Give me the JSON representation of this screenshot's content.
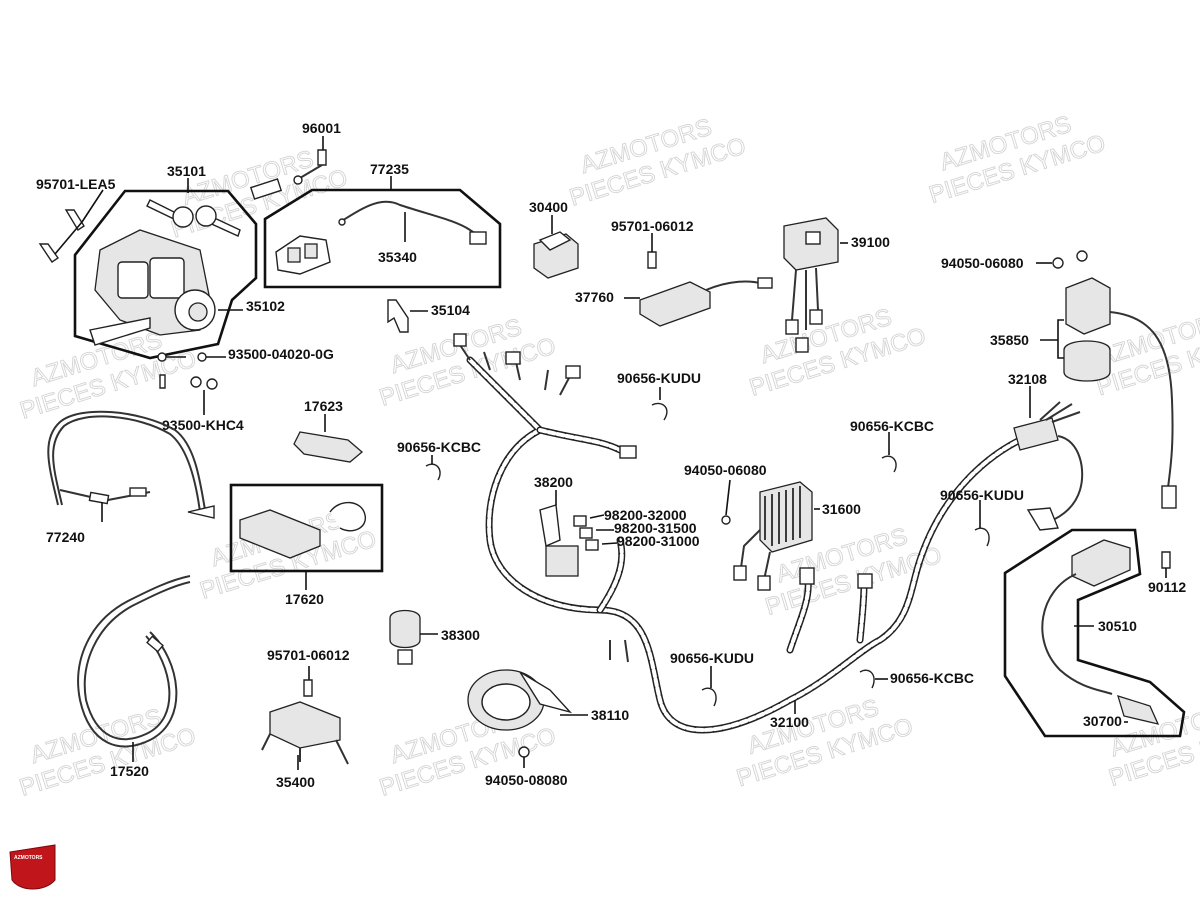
{
  "watermark": {
    "line1": "AZMOTORS",
    "line2": "PIECES KYMCO"
  },
  "logo": {
    "text": "AZMOTORS",
    "color": "#c0151b"
  },
  "labels": {
    "p95701_lea5": "95701-LEA5",
    "p35101": "35101",
    "p96001": "96001",
    "p77235": "77235",
    "p35340": "35340",
    "p35102": "35102",
    "p35104": "35104",
    "p30400": "30400",
    "p95701_06012_a": "95701-06012",
    "p37760": "37760",
    "p39100": "39100",
    "p94050_06080_a": "94050-06080",
    "p35850": "35850",
    "p93500_04020": "93500-04020-0G",
    "p93500_khc4": "93500-KHC4",
    "p90656_kudu_a": "90656-KUDU",
    "p32108": "32108",
    "p17623": "17623",
    "p90656_kcbc_a": "90656-KCBC",
    "p90656_kcbc_b": "90656-KCBC",
    "p94050_06080_b": "94050-06080",
    "p38200": "38200",
    "p98200_32000": "98200-32000",
    "p98200_31500": "98200-31500",
    "p98200_31000": "98200-31000",
    "p31600": "31600",
    "p90656_kudu_b": "90656-KUDU",
    "p77240": "77240",
    "p17620": "17620",
    "p90112": "90112",
    "p30510": "30510",
    "p38300": "38300",
    "p95701_06012_b": "95701-06012",
    "p90656_kudu_c": "90656-KUDU",
    "p90656_kcbc_c": "90656-KCBC",
    "p38110": "38110",
    "p32100": "32100",
    "p30700": "30700",
    "p17520": "17520",
    "p35400": "35400",
    "p94050_08080": "94050-08080"
  }
}
